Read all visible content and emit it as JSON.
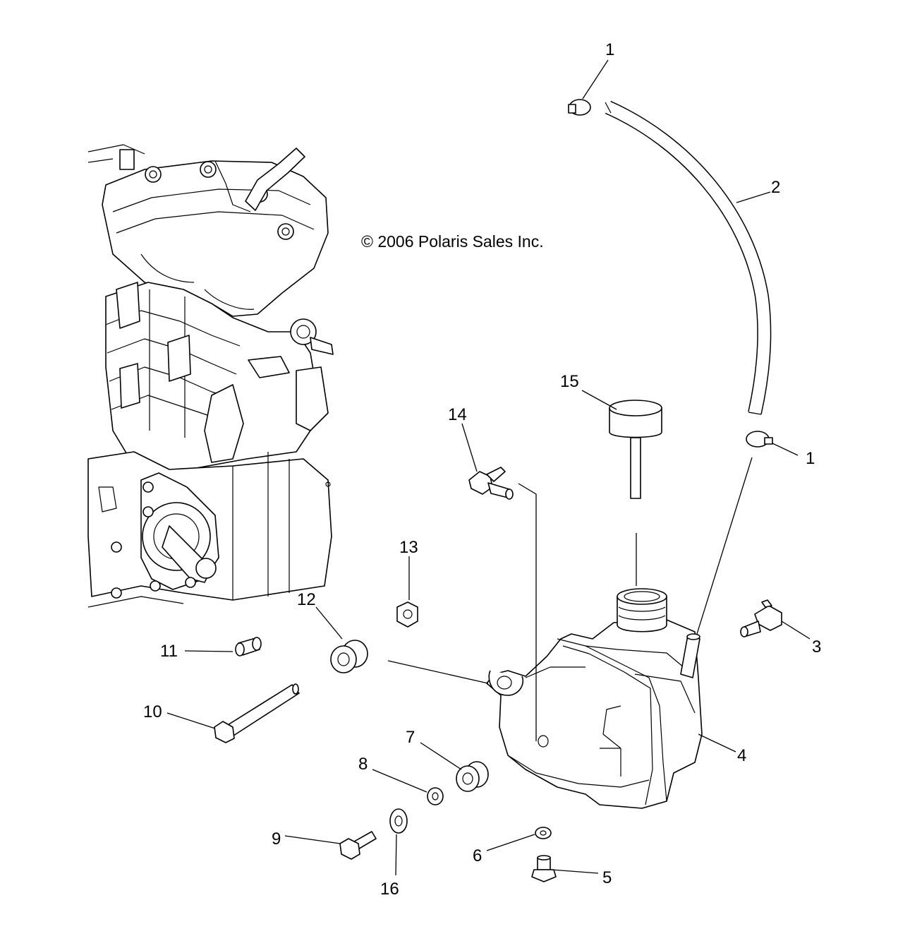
{
  "copyright": "© 2006 Polaris Sales Inc.",
  "callouts": {
    "c1a": "1",
    "c1b": "1",
    "c2": "2",
    "c3": "3",
    "c4": "4",
    "c5": "5",
    "c6": "6",
    "c7": "7",
    "c8": "8",
    "c9": "9",
    "c10": "10",
    "c11": "11",
    "c12": "12",
    "c13": "13",
    "c14": "14",
    "c15": "15",
    "c16": "16"
  }
}
